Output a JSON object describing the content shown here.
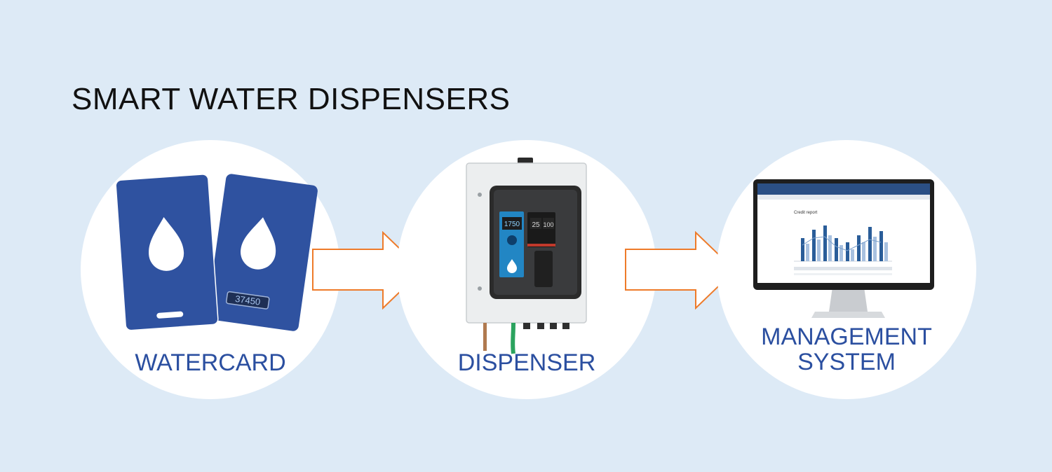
{
  "title": "SMART WATER DISPENSERS",
  "steps": [
    {
      "label": "WATERCARD",
      "card_number": "37450"
    },
    {
      "label": "DISPENSER",
      "display_left": "1750",
      "display_mid": "25",
      "display_right": "100"
    },
    {
      "label_line1": "MANAGEMENT",
      "label_line2": "SYSTEM",
      "screen_heading": "Credit report"
    }
  ],
  "colors": {
    "background": "#ddeaf6",
    "card_blue": "#2f52a0",
    "label_blue": "#2b4fa0",
    "arrow_orange": "#ee7b2a",
    "circle": "#ffffff"
  }
}
